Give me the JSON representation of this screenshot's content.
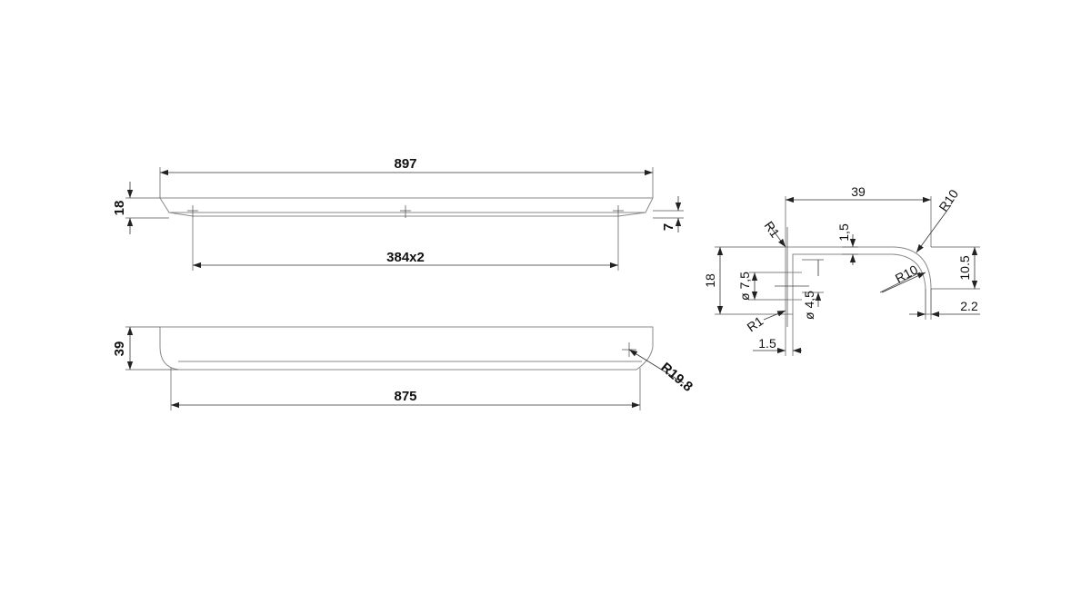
{
  "drawing": {
    "top_view": {
      "overall_length": "897",
      "height": "18",
      "offset": "7",
      "hole_spacing": "384x2"
    },
    "front_view": {
      "height": "39",
      "length": "875",
      "radius": "R19.8"
    },
    "profile_view": {
      "width": "39",
      "height": "18",
      "radius_outer": "R10",
      "radius_inner": "R10",
      "radius_top": "R1",
      "radius_bottom": "R1",
      "thickness_top": "1,5",
      "hole_large": "ø 7,5",
      "hole_small": "ø 4,5",
      "lip_height": "10.5",
      "lip_thickness": "2.2",
      "base_thickness": "1.5"
    },
    "colors": {
      "line": "#333333",
      "part": "#8a8a8a",
      "background": "#ffffff"
    }
  }
}
